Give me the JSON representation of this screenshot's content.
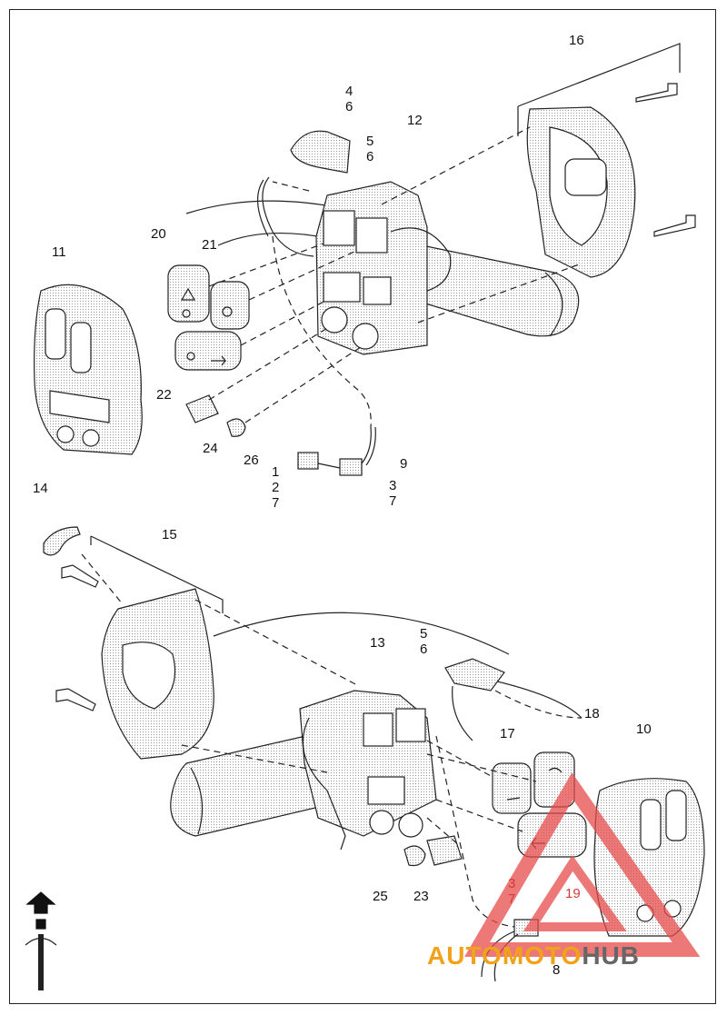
{
  "callouts": {
    "c16": "16",
    "c4": "4",
    "c6a": "6",
    "c5a": "5",
    "c6b": "6",
    "c12": "12",
    "c20": "20",
    "c21": "21",
    "c11": "11",
    "c22": "22",
    "c24": "24",
    "c26": "26",
    "c9": "9",
    "c1": "1",
    "c2a": "2",
    "c7a": "7",
    "c3a": "3",
    "c7b": "7",
    "c14": "14",
    "c15": "15",
    "c5b": "5",
    "c6c": "6",
    "c13": "13",
    "c17": "17",
    "c18": "18",
    "c10": "10",
    "c19": "19",
    "c3b": "3",
    "c7c": "7",
    "c8": "8",
    "c25": "25",
    "c23": "23"
  },
  "watermark": {
    "part1": "AUTOMOTO",
    "part2": "HUB",
    "color_primary": "#f2a21a",
    "color_secondary": "#666666",
    "triangle_color": "#e64b4b"
  }
}
